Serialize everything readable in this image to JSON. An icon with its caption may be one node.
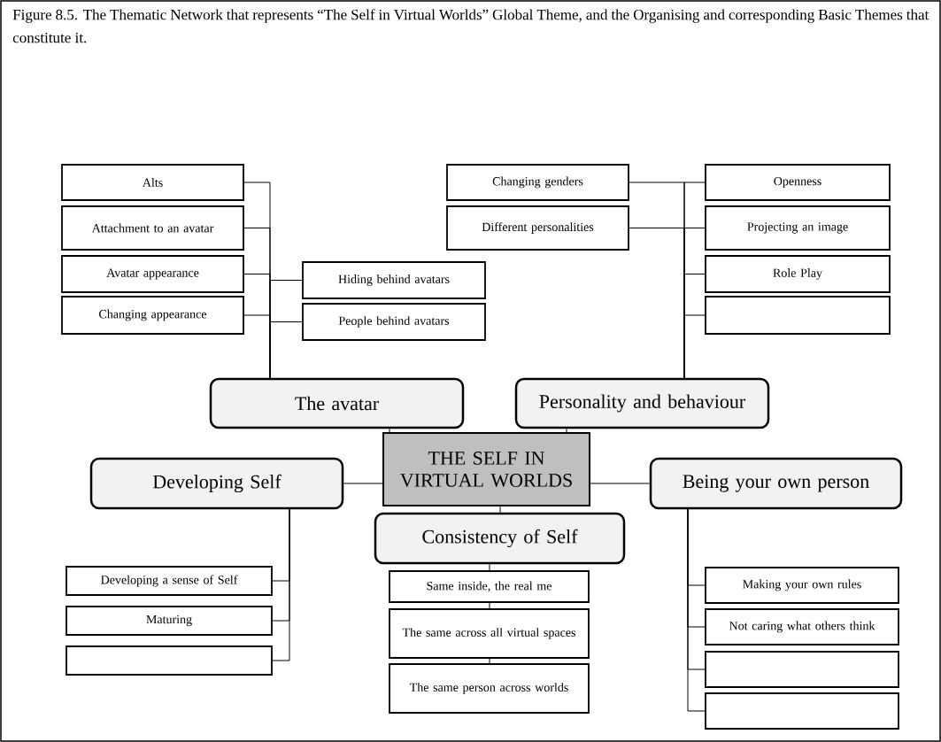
{
  "diagram": {
    "title": "Figure 8.5. The Thematic Network that represents “The Self in Virtual Worlds” Global Theme, and the Organising and corresponding Basic Themes that constitute it.",
    "nodes": [
      {
        "text": [
          "Alts"
        ]
      },
      {
        "text": [
          "Attachment to an avatar"
        ]
      },
      {
        "text": [
          "Changing genders"
        ]
      },
      {
        "text": [
          "Openness"
        ]
      },
      {
        "text": [
          "Different personalities"
        ]
      },
      {
        "text": [
          "Projecting an image"
        ]
      },
      {
        "text": [
          "Avatar appearance"
        ]
      },
      {
        "text": [
          "Hiding behind avatars"
        ]
      },
      {
        "text": [
          "Role Play"
        ]
      },
      {
        "text": [
          "Changing appearance"
        ]
      },
      {
        "text": [
          "People behind avatars"
        ]
      },
      {
        "text": [],
        "shape": "box"
      },
      {
        "text": [
          "The avatar"
        ]
      },
      {
        "text": [
          "Personality and behaviour"
        ]
      },
      {
        "text": [
          "THE SELF IN VIRTUAL WORLDS"
        ]
      },
      {
        "text": [
          "Developing Self"
        ]
      },
      {
        "text": [
          "Being your own person"
        ]
      },
      {
        "text": [
          "Consistency of Self"
        ]
      },
      {
        "text": [
          "Developing a sense of Self"
        ]
      },
      {
        "text": [
          "Making your own rules"
        ]
      },
      {
        "text": [
          "Same inside, the real me"
        ]
      },
      {
        "text": [
          "Maturing"
        ]
      },
      {
        "text": [
          "Not caring what others think"
        ]
      },
      {
        "text": [],
        "shape": "box"
      },
      {
        "text": [
          "The same across all virtual spaces"
        ]
      },
      {
        "text": [],
        "shape": "box"
      },
      {
        "text": [],
        "shape": "box"
      },
      {
        "text": [
          "The same person across worlds"
        ]
      }
    ],
    "edges": [
      {
        "from": 0,
        "to": 12,
        "arrow": "none"
      },
      {
        "from": 1,
        "to": 12,
        "arrow": "none"
      },
      {
        "from": 6,
        "to": 12,
        "arrow": "none"
      },
      {
        "from": 9,
        "to": 12,
        "arrow": "none"
      },
      {
        "from": 7,
        "to": 12,
        "arrow": "none"
      },
      {
        "from": 10,
        "to": 12,
        "arrow": "none"
      },
      {
        "from": 2,
        "to": 13,
        "arrow": "none"
      },
      {
        "from": 4,
        "to": 13,
        "arrow": "none"
      },
      {
        "from": 3,
        "to": 13,
        "arrow": "none"
      },
      {
        "from": 5,
        "to": 13,
        "arrow": "none"
      },
      {
        "from": 8,
        "to": 13,
        "arrow": "none"
      },
      {
        "from": 11,
        "to": 13,
        "arrow": "none"
      },
      {
        "from": 12,
        "to": 14,
        "arrow": "none"
      },
      {
        "from": 13,
        "to": 14,
        "arrow": "none"
      },
      {
        "from": 14,
        "to": 15,
        "arrow": "none"
      },
      {
        "from": 14,
        "to": 16,
        "arrow": "none"
      },
      {
        "from": 14,
        "to": 17,
        "arrow": "none"
      },
      {
        "from": 18,
        "to": 15,
        "arrow": "none"
      },
      {
        "from": 21,
        "to": 15,
        "arrow": "none"
      },
      {
        "from": 25,
        "to": 15,
        "arrow": "none"
      },
      {
        "from": 17,
        "to": 20,
        "arrow": "none"
      },
      {
        "from": 20,
        "to": 24,
        "arrow": "none"
      },
      {
        "from": 24,
        "to": 27,
        "arrow": "none"
      },
      {
        "from": 19,
        "to": 16,
        "arrow": "none"
      },
      {
        "from": 22,
        "to": 16,
        "arrow": "none"
      },
      {
        "from": 23,
        "to": 16,
        "arrow": "none"
      },
      {
        "from": 26,
        "to": 16,
        "arrow": "none"
      }
    ]
  }
}
